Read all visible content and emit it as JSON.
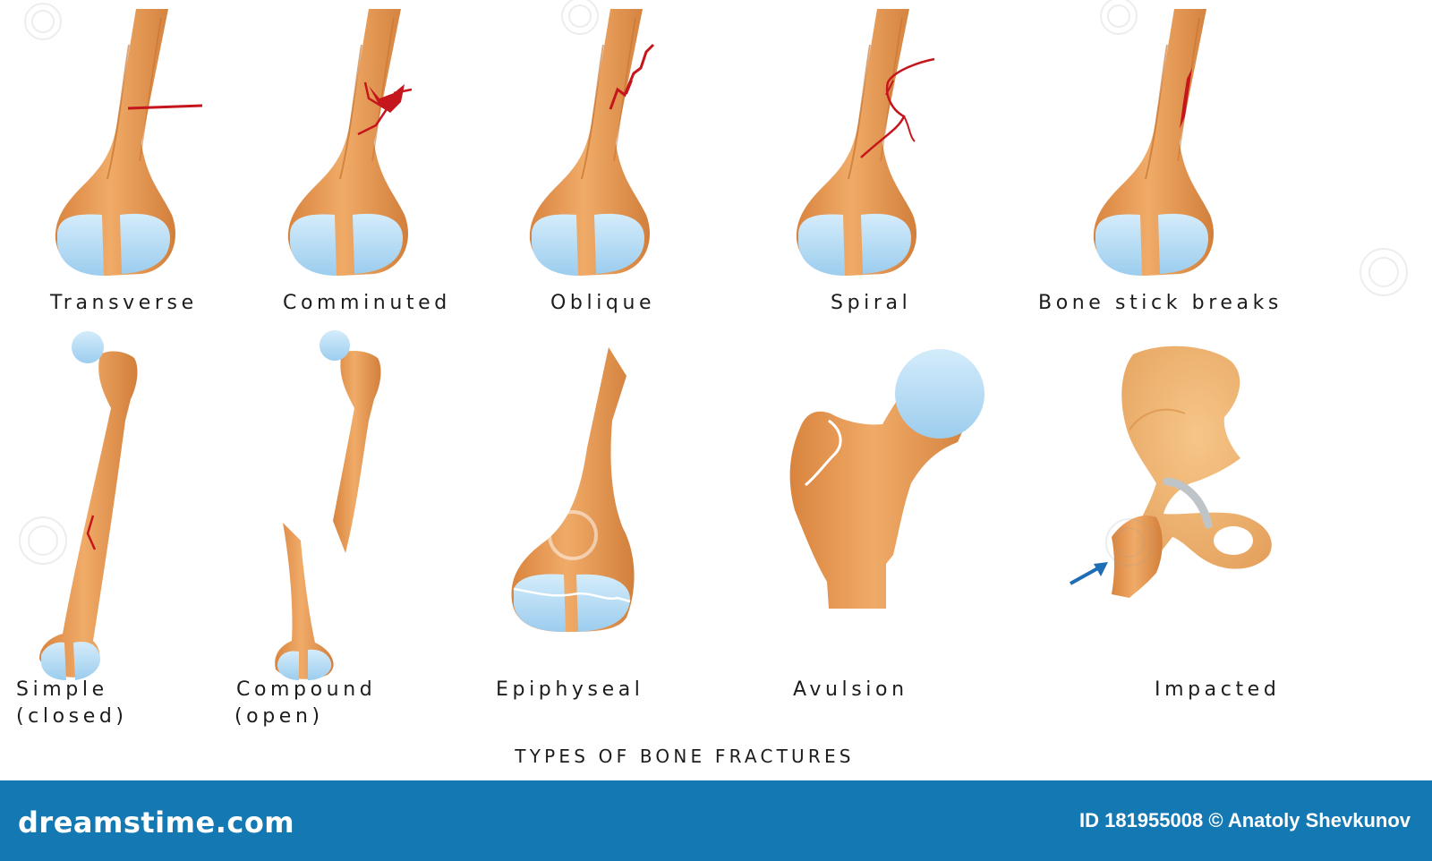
{
  "diagram": {
    "title": "TYPES OF BONE FRACTURES",
    "fractures": [
      {
        "label": "Transverse"
      },
      {
        "label": "Comminuted"
      },
      {
        "label": "Oblique"
      },
      {
        "label": "Spiral"
      },
      {
        "label": "Bone stick breaks"
      },
      {
        "label": "Simple",
        "label2": "(closed)"
      },
      {
        "label": "Compound",
        "label2": "(open)"
      },
      {
        "label": "Epiphyseal"
      },
      {
        "label": "Avulsion"
      },
      {
        "label": "Impacted"
      }
    ]
  },
  "watermark": {
    "brand": "dreamstime.com",
    "credit": "ID 181955008 © Anatoly Shevkunov"
  },
  "colors": {
    "bone": "#e69a55",
    "bone_shade": "#cd7a38",
    "cartilage": "#b8dcf4",
    "fracture": "#c4161c",
    "footer": "#1479b2",
    "arrow": "#1f6db5",
    "pin": "#bfc4c8"
  }
}
